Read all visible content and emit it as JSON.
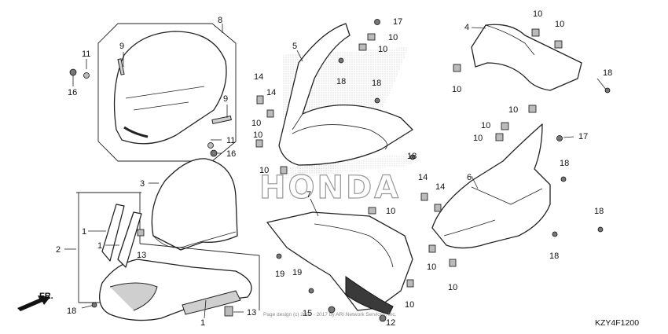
{
  "diagram": {
    "labels": [
      "8",
      "9",
      "11",
      "16",
      "9",
      "11",
      "16",
      "3",
      "2",
      "1",
      "1",
      "13",
      "18",
      "13",
      "1",
      "14",
      "14",
      "10",
      "10",
      "10",
      "5",
      "17",
      "10",
      "10",
      "18",
      "18",
      "18",
      "7",
      "10",
      "19",
      "19",
      "15",
      "12",
      "10",
      "4",
      "10",
      "10",
      "18",
      "10",
      "10",
      "10",
      "10",
      "17",
      "18",
      "6",
      "14",
      "14",
      "18",
      "18",
      "10",
      "10"
    ],
    "watermark": "HONDA",
    "copyright": "Page design (c) 2004 - 2017 by ARI Network Services, Inc.",
    "diagram_code": "KZY4F1200",
    "direction_label": "FR."
  },
  "colors": {
    "ink": "#222222",
    "shade": "#3a3a3a",
    "watermark": "#999999"
  }
}
